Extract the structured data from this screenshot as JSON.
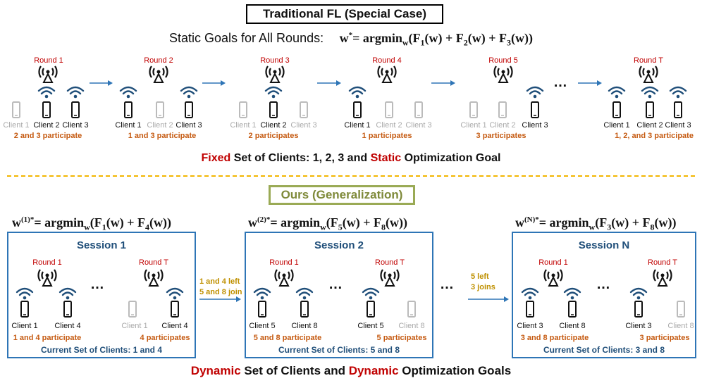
{
  "header": {
    "title": "Traditional FL (Special Case)",
    "goal_label": "Static Goals for All Rounds:",
    "goal_formula": "w* = argmin_w(F1(w) + F2(w) + F3(w))"
  },
  "rounds": [
    {
      "label": "Round 1",
      "clients": [
        "Client 1",
        "Client 2",
        "Client 3"
      ],
      "participate": "2 and 3 participate"
    },
    {
      "label": "Round 2",
      "clients": [
        "Client 1",
        "Client 2",
        "Client 3"
      ],
      "participate": "1 and 3 participate"
    },
    {
      "label": "Round 3",
      "clients": [
        "Client 1",
        "Client 2",
        "Client 3"
      ],
      "participate": "2 participates"
    },
    {
      "label": "Round 4",
      "clients": [
        "Client 1",
        "Client 2",
        "Client 3"
      ],
      "participate": "1 participates"
    },
    {
      "label": "Round 5",
      "clients": [
        "Client 1",
        "Client 2",
        "Client 3"
      ],
      "participate": "3 participates"
    },
    {
      "label": "Round T",
      "clients": [
        "Client 1",
        "Client 2",
        "Client 3"
      ],
      "participate": "1, 2, and 3 participate"
    }
  ],
  "fixed_line": {
    "w1": "Fixed",
    "w2": " Set of Clients: 1, 2, 3 and ",
    "w3": "Static",
    "w4": " Optimization Goal"
  },
  "ours": {
    "title": "Ours (Generalization)"
  },
  "sessions": [
    {
      "title": "Session 1",
      "formula": "w(1)* = argmin_w(F1(w) + F4(w))",
      "rounds": [
        {
          "label": "Round 1",
          "clients": [
            "Client 1",
            "Client 4"
          ],
          "participate": "1 and 4 participate"
        },
        {
          "label": "Round T",
          "clients": [
            "Client 1",
            "Client 4"
          ],
          "participate": "4 participates"
        }
      ],
      "current_set": "Current Set of Clients: 1 and 4"
    },
    {
      "title": "Session 2",
      "formula": "w(2)* = argmin_w(F5(w) + F8(w))",
      "rounds": [
        {
          "label": "Round 1",
          "clients": [
            "Client 5",
            "Client 8"
          ],
          "participate": "5 and 8 participate"
        },
        {
          "label": "Round T",
          "clients": [
            "Client 5",
            "Client 8"
          ],
          "participate": "5 participates"
        }
      ],
      "current_set": "Current Set of Clients: 5 and 8"
    },
    {
      "title": "Session N",
      "formula": "w(N)* = argmin_w(F3(w) + F8(w))",
      "rounds": [
        {
          "label": "Round 1",
          "clients": [
            "Client 3",
            "Client 8"
          ],
          "participate": "3 and 8 participate"
        },
        {
          "label": "Round T",
          "clients": [
            "Client 3",
            "Client 8"
          ],
          "participate": "3 participates"
        }
      ],
      "current_set": "Current Set of Clients: 3 and 8"
    }
  ],
  "transitions": [
    {
      "line1": "1 and 4 left",
      "line2": "5 and 8 join"
    },
    {
      "line1": "5 left",
      "line2": "3 joins"
    }
  ],
  "ellipsis": "…",
  "bottom_line": {
    "w1": "Dynamic",
    "w2": " Set of Clients and ",
    "w3": "Dynamic",
    "w4": " Optimization Goals"
  },
  "colors": {
    "red": "#c00000",
    "orange": "#c55a11",
    "blue": "#2e75b6",
    "navy": "#1f4e79",
    "gold": "#bf9000",
    "grey": "#aaaaaa"
  }
}
